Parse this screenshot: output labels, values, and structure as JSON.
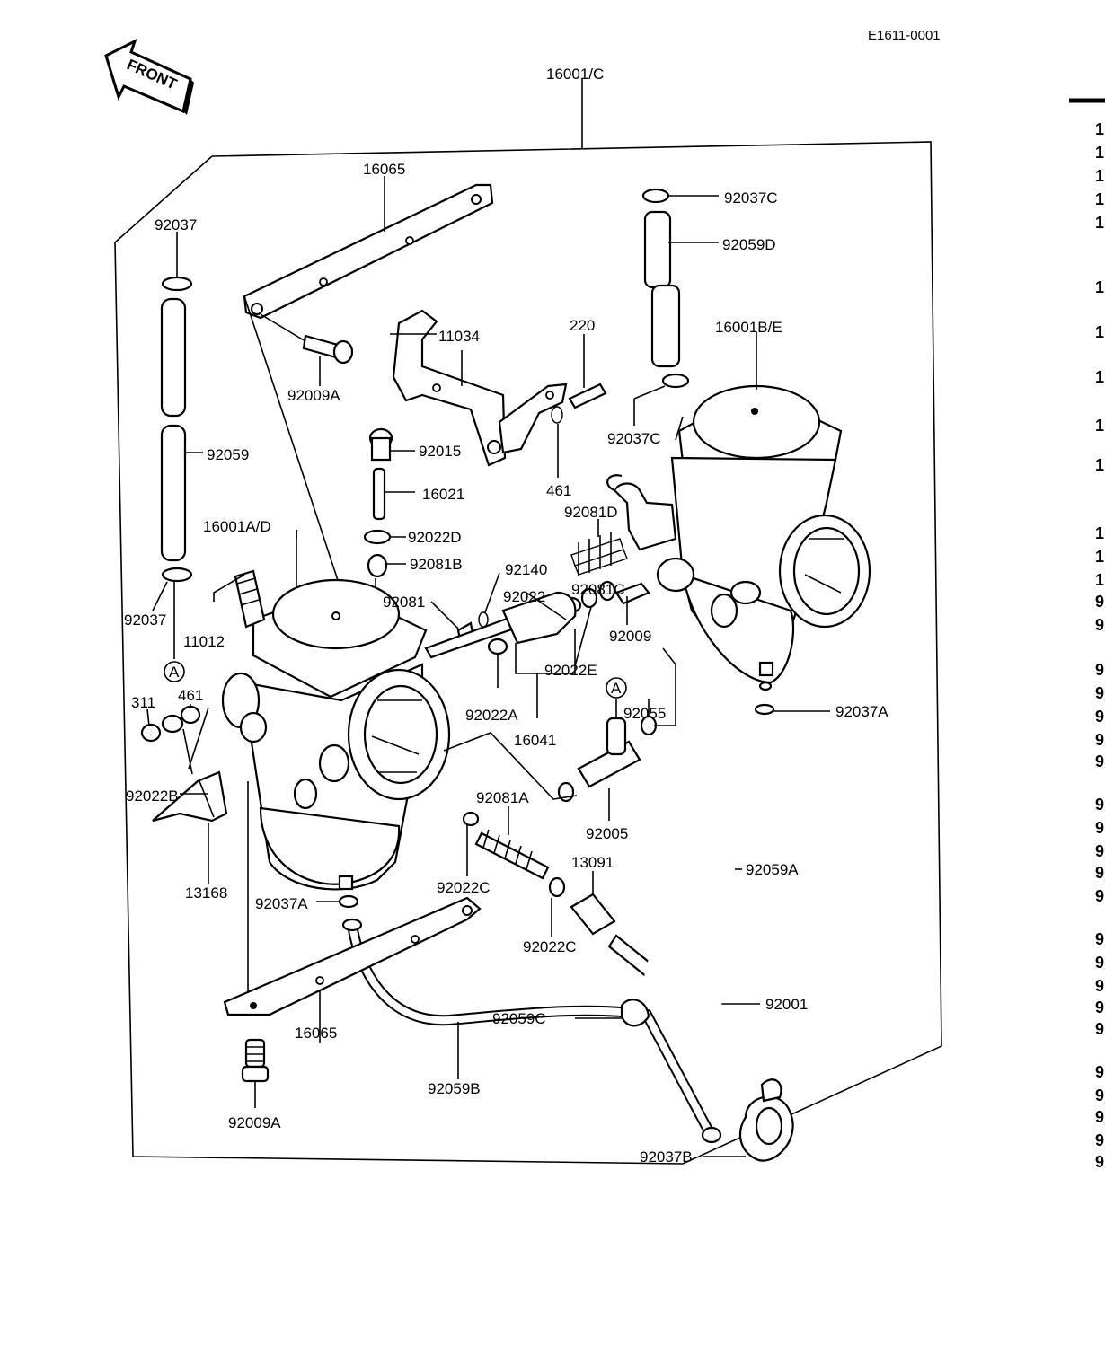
{
  "diagram_code": "E1611-0001",
  "front_label": "FRONT",
  "circle_marker": "A",
  "labels": {
    "l16001C": "16001/C",
    "l16065_top": "16065",
    "l92037": "92037",
    "l92009A_top": "92009A",
    "l11034": "11034",
    "l220": "220",
    "l92037C": "92037C",
    "l92059D": "92059D",
    "l16001BE": "16001B/E",
    "l92037C_b": "92037C",
    "l92059": "92059",
    "l92015": "92015",
    "l16021": "16021",
    "l461_top": "461",
    "l92081D": "92081D",
    "l16001AD": "16001A/D",
    "l92022D": "92022D",
    "l92081B": "92081B",
    "l92140": "92140",
    "l92022": "92022",
    "l92081C": "92081C",
    "l92037_b": "92037",
    "l11012": "11012",
    "l92081": "92081",
    "l92009": "92009",
    "l92022A": "92022A",
    "l92022E": "92022E",
    "l311": "311",
    "l461": "461",
    "l16041": "16041",
    "l92055": "92055",
    "l92037A_r": "92037A",
    "l92022B": "92022B",
    "l92081A": "92081A",
    "l92005": "92005",
    "l13168": "13168",
    "l92022C_a": "92022C",
    "l13091": "13091",
    "l92059A": "92059A",
    "l92037A_l": "92037A",
    "l92022C_b": "92022C",
    "l92001": "92001",
    "l92059C": "92059C",
    "l16065_bot": "16065",
    "l92059B": "92059B",
    "l92009A_bot": "92009A",
    "l92037B": "92037B"
  },
  "edge_digits": [
    "1",
    "1",
    "1",
    "1",
    "1",
    "1",
    "1",
    "1",
    "1",
    "1",
    "1",
    "1",
    "1",
    "9",
    "9",
    "9",
    "9",
    "9",
    "9",
    "9",
    "9",
    "9",
    "9",
    "9",
    "9",
    "9",
    "9",
    "9",
    "9",
    "9",
    "9",
    "9",
    "9",
    "9",
    "9"
  ]
}
